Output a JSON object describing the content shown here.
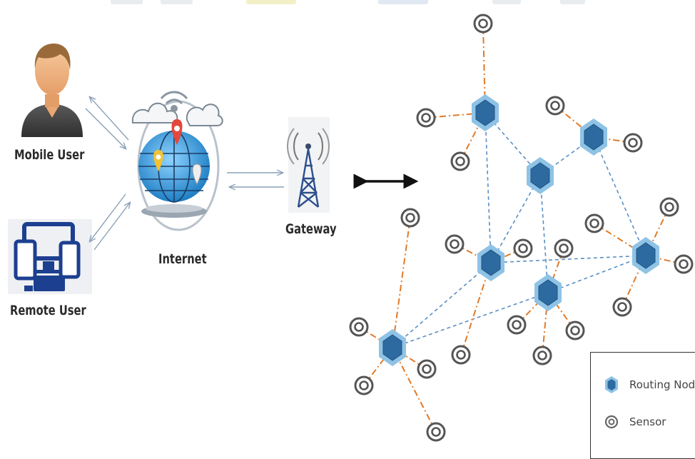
{
  "labels": {
    "mobile_user": "Mobile User",
    "remote_user": "Remote User",
    "internet": "Internet",
    "gateway": "Gateway"
  },
  "legend": {
    "routing_node": "Routing Node",
    "sensor": "Sensor"
  },
  "colors": {
    "routing_node_fill": "#2d6a9f",
    "routing_node_outline": "#8fc3e6",
    "sensor_ring": "#555555",
    "mesh_link": "#5b8fc4",
    "sensor_link": "#e07b2a",
    "arrow": "#8aa0b8",
    "device_blue": "#1d3f8f",
    "globe_blue": "#2a9be0"
  }
}
